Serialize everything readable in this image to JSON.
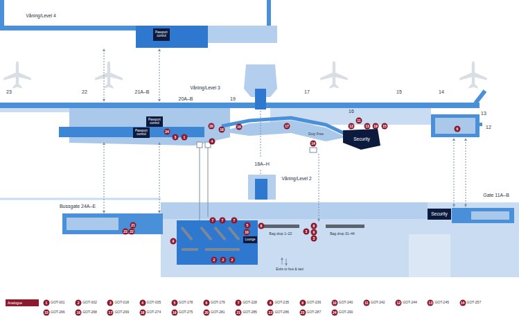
{
  "diagram": {
    "nodes": [
      {
        "text": [
          "Passport control"
        ]
      },
      {
        "text": [
          "Passport control"
        ]
      },
      {
        "text": [
          "Passport control"
        ]
      },
      {
        "text": [
          "Security"
        ]
      },
      {
        "text": [
          "Security"
        ]
      },
      {
        "text": [
          "Lounge"
        ]
      }
    ],
    "labels": [
      "Våning/Level 4",
      "Våning/Level 3",
      "Våning/Level 2",
      "23",
      "22",
      "21A–B",
      "20A–B",
      "19",
      "17",
      "16",
      "15",
      "14",
      "13",
      "12",
      "18A–H",
      "Bussgate 24A–E",
      "Gate 11A–B",
      "Duty Free",
      "Bag drop 1–22",
      "Bag drop 31–44",
      "Exits to bus & taxi",
      "24",
      "3",
      "1",
      "20",
      "18",
      "4",
      "16",
      "17",
      "14",
      "12",
      "11",
      "13",
      "19",
      "15",
      "6",
      "21",
      "23",
      "22",
      "7",
      "7",
      "7",
      "5",
      "8",
      "10",
      "9",
      "2",
      "2",
      "2",
      "8",
      "3",
      "9",
      "3",
      "Analogue",
      "1",
      "2",
      "3",
      "4",
      "5",
      "6",
      "7",
      "8",
      "9",
      "10",
      "11",
      "12",
      "13",
      "14",
      "15",
      "16",
      "17",
      "18",
      "19",
      "20",
      "21",
      "22",
      "23",
      "24"
    ],
    "legend": [
      {
        "text": "GOT-001"
      },
      {
        "text": "GOT-002"
      },
      {
        "text": "GOT-018"
      },
      {
        "text": "GOT-035"
      },
      {
        "text": "GOT-178"
      },
      {
        "text": "GOT-179"
      },
      {
        "text": "GOT-228"
      },
      {
        "text": "GOT-235"
      },
      {
        "text": "GOT-236"
      },
      {
        "text": "GOT-240"
      },
      {
        "text": "GOT-242"
      },
      {
        "text": "GOT-244"
      },
      {
        "text": "GOT-245"
      },
      {
        "text": "GOT-257"
      },
      {
        "text": "GOT-266"
      },
      {
        "text": "GOT-268"
      },
      {
        "text": "GOT-269"
      },
      {
        "text": "GOT-274"
      },
      {
        "text": "GOT-275"
      },
      {
        "text": "GOT-281"
      },
      {
        "text": "GOT-285"
      },
      {
        "text": "GOT-286"
      },
      {
        "text": "GOT-287"
      },
      {
        "text": "GOT-290"
      }
    ]
  }
}
